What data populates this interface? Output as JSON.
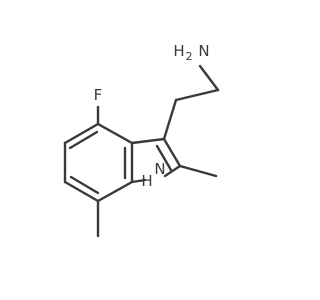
{
  "molecule": {
    "atoms": {
      "amine_n": "N",
      "amine_h": "H",
      "amine_h2": "2",
      "fluorine": "F",
      "indole_nh": "H",
      "indole_n": "N"
    }
  }
}
